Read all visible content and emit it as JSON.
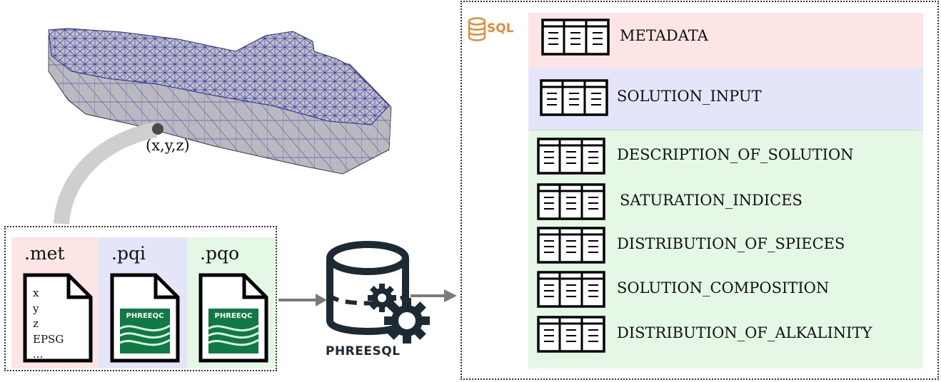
{
  "mesh": {
    "point_label": "(x,y,z)"
  },
  "files": [
    {
      "ext": ".met",
      "lines": [
        "x",
        "y",
        "z",
        "EPSG",
        "..."
      ]
    },
    {
      "ext": ".pqi",
      "logo_text": "PHREEQC"
    },
    {
      "ext": ".pqo",
      "logo_text": "PHREEQC"
    }
  ],
  "phreesql": {
    "label": "PHREESQL"
  },
  "sql": {
    "logo_text": "SQL",
    "tables": [
      "METADATA",
      "SOLUTION_INPUT",
      "DESCRIPTION_OF_SOLUTION",
      "SATURATION_INDICES",
      "DISTRIBUTION_OF_SPIECES",
      "SOLUTION_COMPOSITION",
      "DISTRIBUTION_OF_ALKALINITY"
    ]
  },
  "colors": {
    "met_bg": "#fde5e5",
    "pqi_bg": "#e5e5fa",
    "pqo_bg": "#e5f8e5",
    "phreeqc_green": "#0f7a43",
    "sql_orange": "#e58a3a",
    "mesh_wire": "#3a3aa8",
    "mesh_fill": "#b8b8c0"
  }
}
